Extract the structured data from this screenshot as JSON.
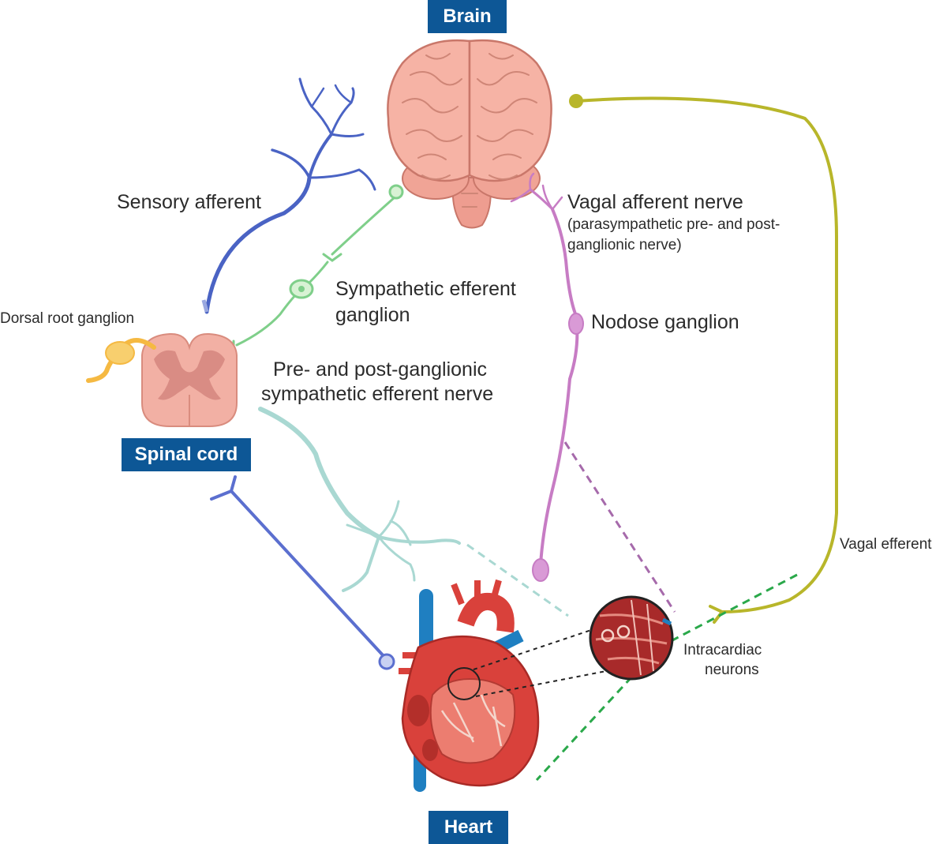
{
  "organs": {
    "brain": "Brain",
    "spinal_cord": "Spinal cord",
    "heart": "Heart"
  },
  "labels": {
    "sensory_afferent": "Sensory afferent",
    "dorsal_root_ganglion": "Dorsal root ganglion",
    "sympathetic_efferent_ganglion_line1": "Sympathetic efferent",
    "sympathetic_efferent_ganglion_line2": "ganglion",
    "pre_post_ganglionic_line1": "Pre- and post-ganglionic",
    "pre_post_ganglionic_line2": "sympathetic efferent nerve",
    "vagal_afferent_nerve": "Vagal afferent nerve",
    "vagal_afferent_note_line1": "(parasympathetic pre- and post-",
    "vagal_afferent_note_line2": "ganglionic nerve)",
    "nodose_ganglion": "Nodose ganglion",
    "vagal_efferent": "Vagal efferent",
    "intracardiac_line1": "Intracardiac",
    "intracardiac_line2": "neurons"
  },
  "colors": {
    "badge": "#0d5796",
    "sensory_nerve": "#4a63c4",
    "sympathetic_nerve": "#7fcf8a",
    "postganglionic_nerve": "#a9d8d2",
    "vagal_afferent": "#c77cc4",
    "vagal_efferent": "#b8b62a",
    "spinal_efferent": "#5b6fcf",
    "intracardiac_link": "#2aa84a",
    "heart_red": "#d9413b",
    "vessel_blue": "#1f7fc1",
    "brain_pink": "#f3a99a",
    "spinal_cord_pink": "#f2b0a4",
    "dorsal_ganglion": "#f5b942"
  }
}
